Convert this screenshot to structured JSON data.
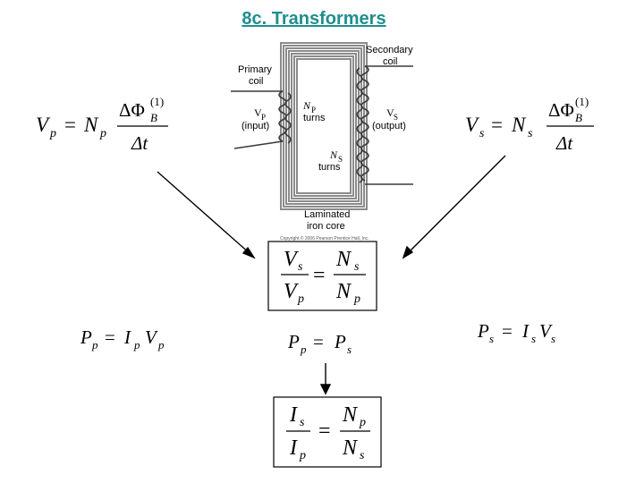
{
  "title": "8c. Transformers",
  "colors": {
    "title": "#1f8e8e",
    "core": "#8b8b8b",
    "coil": "#3a3a3a",
    "arrow": "#000000"
  },
  "figure": {
    "primary_coil_label": [
      "Primary",
      "coil"
    ],
    "secondary_coil_label": [
      "Secondary",
      "coil"
    ],
    "np_label": "N",
    "np_sub": "P",
    "np_turns": "turns",
    "ns_label": "N",
    "ns_sub": "S",
    "ns_turns": "turns",
    "vp_label": "V",
    "vp_sub": "P",
    "vp_input": "(input)",
    "vs_label": "V",
    "vs_sub": "S",
    "vs_output": "(output)",
    "core_label": [
      "Laminated",
      "iron core"
    ],
    "copyright": "Copyright © 2006 Pearson Prentice Hall, Inc."
  },
  "equations": {
    "faraday_primary": {
      "lhs": "V",
      "lhs_sub": "p",
      "eq": "=",
      "coef": "N",
      "coef_sub": "p",
      "num": "ΔΦ",
      "num_sup": "(1)",
      "num_sub": "B",
      "den": "Δt"
    },
    "faraday_secondary": {
      "lhs": "V",
      "lhs_sub": "s",
      "eq": "=",
      "coef": "N",
      "coef_sub": "s",
      "num": "ΔΦ",
      "num_sup": "(1)",
      "num_sub": "B",
      "den": "Δt"
    },
    "voltage_ratio": {
      "left_num": "V",
      "left_num_sub": "s",
      "left_den": "V",
      "left_den_sub": "p",
      "eq": "=",
      "right_num": "N",
      "right_num_sub": "s",
      "right_den": "N",
      "right_den_sub": "p"
    },
    "power_primary": {
      "lhs": "P",
      "lhs_sub": "p",
      "eq": "=",
      "r1": "I",
      "r1_sub": "p",
      "r2": "V",
      "r2_sub": "p"
    },
    "power_equal": {
      "lhs": "P",
      "lhs_sub": "p",
      "eq": "=",
      "rhs": "P",
      "rhs_sub": "s"
    },
    "power_secondary": {
      "lhs": "P",
      "lhs_sub": "s",
      "eq": "=",
      "r1": "I",
      "r1_sub": "s",
      "r2": "V",
      "r2_sub": "s"
    },
    "current_ratio": {
      "left_num": "I",
      "left_num_sub": "s",
      "left_den": "I",
      "left_den_sub": "p",
      "eq": "=",
      "right_num": "N",
      "right_num_sub": "p",
      "right_den": "N",
      "right_den_sub": "s"
    }
  }
}
